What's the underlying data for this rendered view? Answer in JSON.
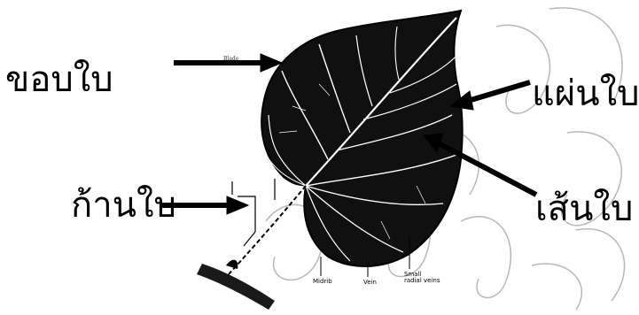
{
  "labels": {
    "margin": "ขอบใบ",
    "blade": "แผ่นใบ",
    "petiole": "ก้านใบ",
    "vein": "เส้นใบ"
  },
  "captions": {
    "midrib": "Midrib",
    "vein": "Vein",
    "small_veins_line1": "Small",
    "small_veins_line2": "radial veins"
  },
  "tags": {
    "margin_small": "Blade"
  },
  "colors": {
    "ink": "#000000",
    "background": "#ffffff",
    "watermark": "#b8b8b8"
  }
}
